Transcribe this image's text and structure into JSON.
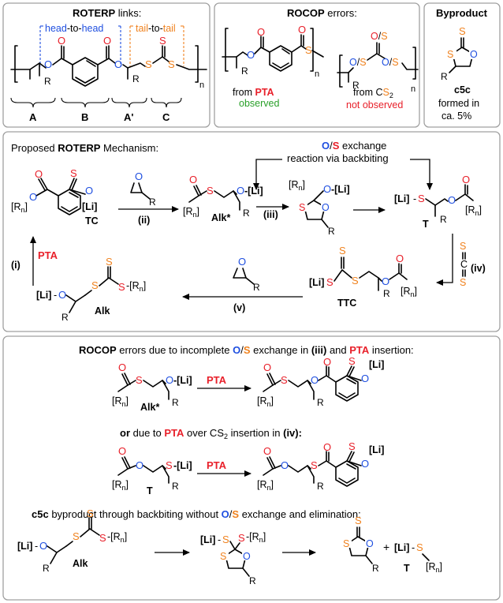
{
  "colors": {
    "oxygen": "#1f4fe0",
    "sulfur": "#f0821e",
    "highlight": "#e8202a",
    "ok": "#2aa02a",
    "frame": "#a0a0a0"
  },
  "panel_links": {
    "title_bold": "ROTERP",
    "title_rest": " links:",
    "head_a": "head",
    "head_b": "-to-",
    "head_c": "head",
    "tail_a": "tail",
    "tail_b": "-to-",
    "tail_c": "tail",
    "seg_a": "A",
    "seg_b": "B",
    "seg_a2": "A'",
    "seg_c": "C",
    "r": "R",
    "n": "n"
  },
  "panel_errors": {
    "title_bold": "ROCOP",
    "title_rest": " errors:",
    "from_pta_a": "from ",
    "from_pta_b": "PTA",
    "observed": "observed",
    "from_cs2_a": "from C",
    "from_cs2_b": "S",
    "from_cs2_sub": "2",
    "not_observed": "not observed",
    "os": "O/S",
    "r": "R",
    "n": "n"
  },
  "panel_byproduct": {
    "title": "Byproduct",
    "label": "c5c",
    "line1": "formed in",
    "line2": "ca. 5%",
    "r": "R"
  },
  "mechanism": {
    "title_a": "Proposed ",
    "title_b": "ROTERP",
    "title_c": " Mechanism:",
    "exch_o": "O",
    "exch_slash": "/",
    "exch_s": "S",
    "exch_rest": " exchange",
    "exch_line2": "reaction via backbiting",
    "step_i": "(i)",
    "step_ii": "(ii)",
    "step_iii": "(iii)",
    "step_iv": "(iv)",
    "step_v": "(v)",
    "pta": "PTA",
    "tc": "TC",
    "alk_star": "Alk*",
    "t": "T",
    "ttc": "TTC",
    "alk": "Alk",
    "li": "[Li]",
    "rn": "[R",
    "rn_sub": "n",
    "rn_close": "]",
    "r": "R",
    "o": "O",
    "s": "S",
    "c": "C"
  },
  "bottom": {
    "line1_a": "ROCOP",
    "line1_b": " errors due to incomplete ",
    "line1_c": "O",
    "line1_d": "/",
    "line1_e": "S",
    "line1_f": " exchange in ",
    "line1_g": "(iii)",
    "line1_h": " and ",
    "line1_i": "PTA",
    "line1_j": " insertion:",
    "line2_a": "or",
    "line2_b": " due to ",
    "line2_c": "PTA",
    "line2_d": " over CS",
    "line2_sub": "2",
    "line2_e": " insertion in ",
    "line2_f": "(iv):",
    "line3_a": "c5c",
    "line3_b": " byproduct through backbiting without ",
    "line3_c": "O",
    "line3_d": "/",
    "line3_e": "S",
    "line3_f": " exchange and elimination:",
    "pta": "PTA",
    "alk_star": "Alk*",
    "t": "T",
    "alk": "Alk",
    "plus": "+"
  }
}
